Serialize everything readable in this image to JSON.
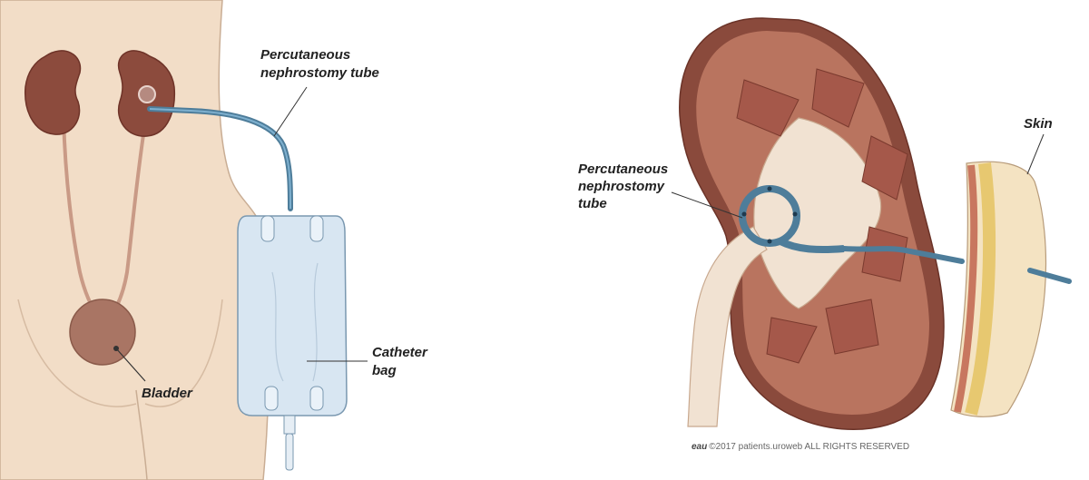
{
  "left_panel": {
    "labels": {
      "tube_line1": "Percutaneous",
      "tube_line2": "nephrostomy tube",
      "bag_line1": "Catheter",
      "bag_line2": "bag",
      "bladder": "Bladder"
    }
  },
  "right_panel": {
    "labels": {
      "tube_line1": "Percutaneous",
      "tube_line2": "nephrostomy",
      "tube_line3": "tube",
      "skin": "Skin"
    },
    "copyright_logo": "eau",
    "copyright_text": "©2017 patients.uroweb ALL RIGHTS RESERVED"
  },
  "colors": {
    "skin": "#f1dcc6",
    "kidney": "#8a4a3c",
    "kidney_inner": "#b0705e",
    "tube": "#5b8fae",
    "bag": "#d9e6f2"
  }
}
